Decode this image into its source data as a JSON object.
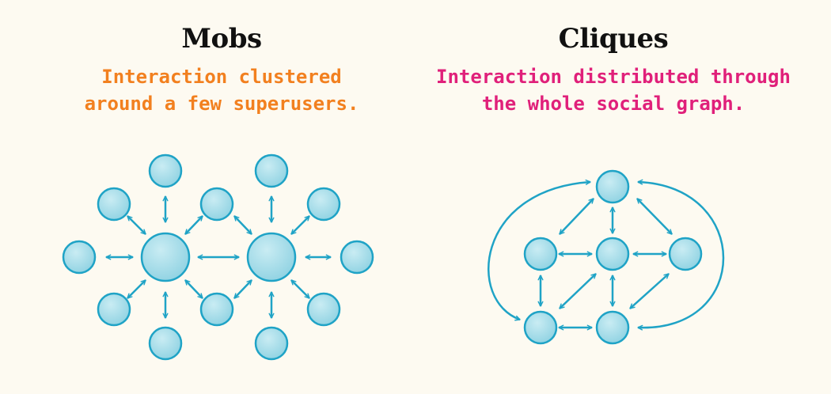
{
  "mobs": {
    "title": "Mobs",
    "subtitle_lines": [
      "Interaction clustered",
      "around a few superusers."
    ]
  },
  "cliques": {
    "title": "Cliques",
    "subtitle_lines": [
      "Interaction distributed through",
      "the whole social graph."
    ]
  },
  "colors": {
    "background": "#fdfaf1",
    "mobs_accent": "#f2801f",
    "cliques_accent": "#e0207a",
    "node_fill": "#a8dde8",
    "node_stroke": "#1fa3c6",
    "arrow": "#1fa3c6"
  }
}
